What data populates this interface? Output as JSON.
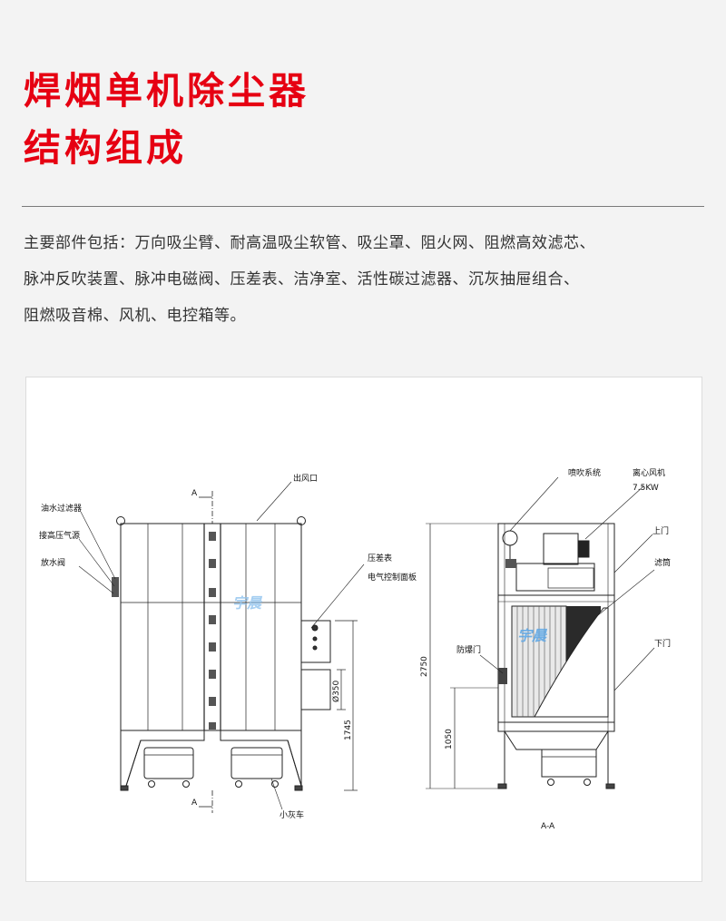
{
  "title": {
    "line1": "焊烟单机除尘器",
    "line2": "结构组成"
  },
  "description": {
    "line1": "主要部件包括：万向吸尘臂、耐高温吸尘软管、吸尘罩、阻火网、阻燃高效滤芯、",
    "line2": "脉冲反吹装置、脉冲电磁阀、压差表、洁净室、活性碳过滤器、沉灰抽屉组合、",
    "line3": "阻燃吸音棉、风机、电控箱等。"
  },
  "diagram": {
    "front_view": {
      "section_mark_top": "A",
      "section_mark_bottom": "A",
      "label_outlet": "出风口",
      "label_oil_water_filter": "油水过滤器",
      "label_air_source": "接高压气源",
      "label_drain_valve": "放水阀",
      "label_pressure_gauge": "压差表",
      "label_control_panel": "电气控制面板",
      "label_ash_cart": "小灰车",
      "dim_inlet": "Ø350",
      "dim_height": "1745"
    },
    "side_view": {
      "label_pulse_system": "喷吹系统",
      "label_fan": "离心风机",
      "label_fan_power": "7.5KW",
      "label_upper_door": "上门",
      "label_filter": "滤筒",
      "label_explosion_door": "防爆门",
      "label_lower_door": "下门",
      "dim_total_height": "2750",
      "dim_lower_height": "1050",
      "section_caption": "A-A"
    },
    "watermark": "宇晨"
  }
}
